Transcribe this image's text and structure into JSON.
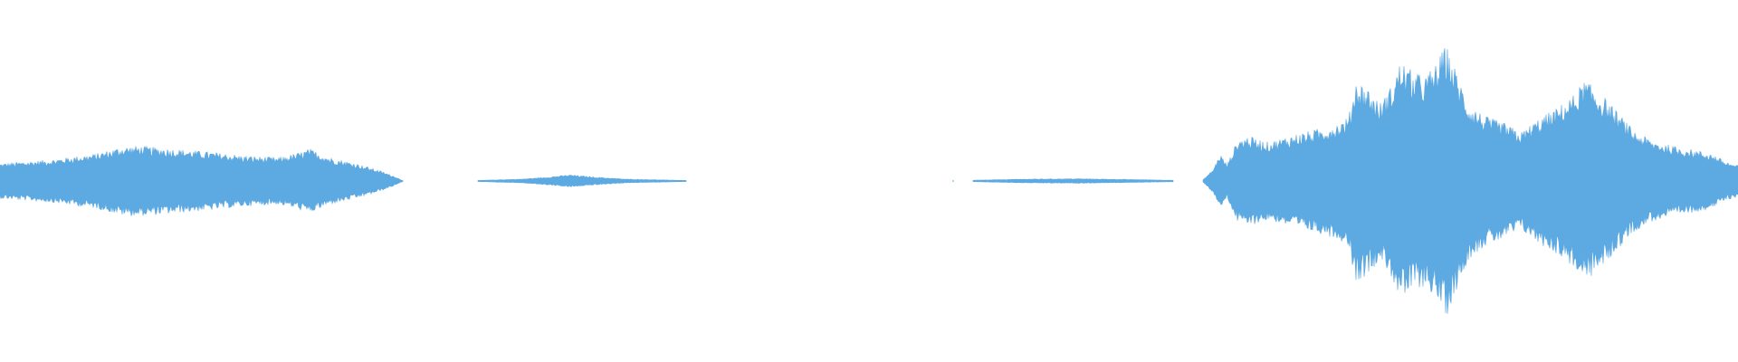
{
  "waveform": {
    "color": "#5DA9E1",
    "background": "#FFFFFF",
    "segments": [
      {
        "name": "segment-1",
        "start": 0.0,
        "end": 0.232,
        "envelope": [
          [
            0.0,
            0.09
          ],
          [
            0.03,
            0.11
          ],
          [
            0.055,
            0.14
          ],
          [
            0.07,
            0.175
          ],
          [
            0.08,
            0.18
          ],
          [
            0.1,
            0.165
          ],
          [
            0.12,
            0.15
          ],
          [
            0.14,
            0.13
          ],
          [
            0.16,
            0.12
          ],
          [
            0.17,
            0.14
          ],
          [
            0.178,
            0.165
          ],
          [
            0.19,
            0.12
          ],
          [
            0.205,
            0.09
          ],
          [
            0.218,
            0.055
          ],
          [
            0.228,
            0.02
          ],
          [
            0.232,
            0.0
          ]
        ]
      },
      {
        "name": "segment-2",
        "start": 0.275,
        "end": 0.395,
        "envelope": [
          [
            0.275,
            0.003
          ],
          [
            0.3,
            0.01
          ],
          [
            0.315,
            0.02
          ],
          [
            0.328,
            0.032
          ],
          [
            0.34,
            0.022
          ],
          [
            0.36,
            0.01
          ],
          [
            0.38,
            0.006
          ],
          [
            0.395,
            0.003
          ]
        ]
      },
      {
        "name": "segment-3",
        "start": 0.56,
        "end": 0.675,
        "envelope": [
          [
            0.56,
            0.004
          ],
          [
            0.59,
            0.01
          ],
          [
            0.62,
            0.012
          ],
          [
            0.65,
            0.008
          ],
          [
            0.675,
            0.004
          ]
        ]
      },
      {
        "name": "segment-4",
        "start": 0.692,
        "end": 1.0,
        "envelope": [
          [
            0.692,
            0.004
          ],
          [
            0.698,
            0.06
          ],
          [
            0.702,
            0.14
          ],
          [
            0.706,
            0.085
          ],
          [
            0.712,
            0.21
          ],
          [
            0.718,
            0.23
          ],
          [
            0.73,
            0.2
          ],
          [
            0.745,
            0.24
          ],
          [
            0.76,
            0.27
          ],
          [
            0.77,
            0.3
          ],
          [
            0.776,
            0.33
          ],
          [
            0.78,
            0.52
          ],
          [
            0.787,
            0.48
          ],
          [
            0.794,
            0.4
          ],
          [
            0.8,
            0.48
          ],
          [
            0.806,
            0.62
          ],
          [
            0.813,
            0.56
          ],
          [
            0.82,
            0.54
          ],
          [
            0.826,
            0.6
          ],
          [
            0.832,
            0.7
          ],
          [
            0.838,
            0.56
          ],
          [
            0.845,
            0.4
          ],
          [
            0.855,
            0.33
          ],
          [
            0.865,
            0.3
          ],
          [
            0.875,
            0.25
          ],
          [
            0.885,
            0.32
          ],
          [
            0.895,
            0.37
          ],
          [
            0.905,
            0.44
          ],
          [
            0.912,
            0.52
          ],
          [
            0.922,
            0.44
          ],
          [
            0.932,
            0.34
          ],
          [
            0.94,
            0.26
          ],
          [
            0.95,
            0.21
          ],
          [
            0.962,
            0.18
          ],
          [
            0.975,
            0.16
          ],
          [
            0.985,
            0.14
          ],
          [
            0.993,
            0.1
          ],
          [
            1.0,
            0.08
          ]
        ]
      }
    ],
    "speck": 0.548
  }
}
